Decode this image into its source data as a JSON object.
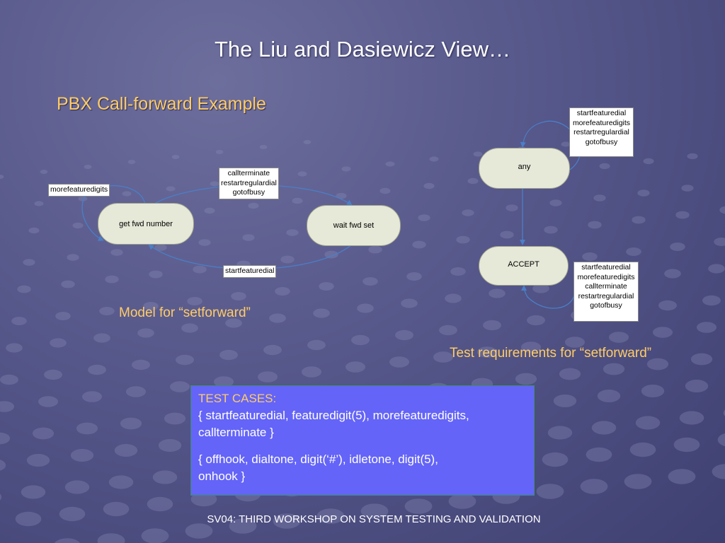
{
  "title": "The Liu and Dasiewicz View…",
  "subtitle": "PBX Call-forward Example",
  "model": {
    "caption": "Model for “setforward”",
    "nodes": {
      "get_fwd_number": "get fwd number",
      "wait_fwd_set": "wait fwd set"
    },
    "labels": {
      "self_loop": [
        "morefeaturedigits"
      ],
      "top_edge": [
        "callterminate",
        "restartregulardial",
        "gotofbusy"
      ],
      "bottom_edge": [
        "startfeaturedial"
      ]
    }
  },
  "test_requirements": {
    "caption": "Test requirements for “setforward”",
    "nodes": {
      "any": "any",
      "accept": "ACCEPT"
    },
    "labels": {
      "any_loop": [
        "startfeaturedial",
        "morefeaturedigits",
        "restartregulardial",
        "gotofbusy"
      ],
      "accept_loop": [
        "startfeaturedial",
        "morefeaturedigits",
        "callterminate",
        "restartregulardial",
        "gotofbusy"
      ]
    }
  },
  "test_cases": {
    "heading": "TEST CASES:",
    "case1": [
      "{ startfeaturedial, featuredigit(5), morefeaturedigits,",
      "callterminate }"
    ],
    "case2": [
      "{ offhook, dialtone, digit(‘#’), idletone, digit(5),",
      "onhook }"
    ]
  },
  "footer": "SV04: THIRD WORKSHOP ON SYSTEM TESTING AND VALIDATION",
  "colors": {
    "accent": "#ffcc66",
    "node_fill": "#e6e8d8",
    "edge": "#4a7fc8",
    "test_case_box": "#6464f8"
  }
}
